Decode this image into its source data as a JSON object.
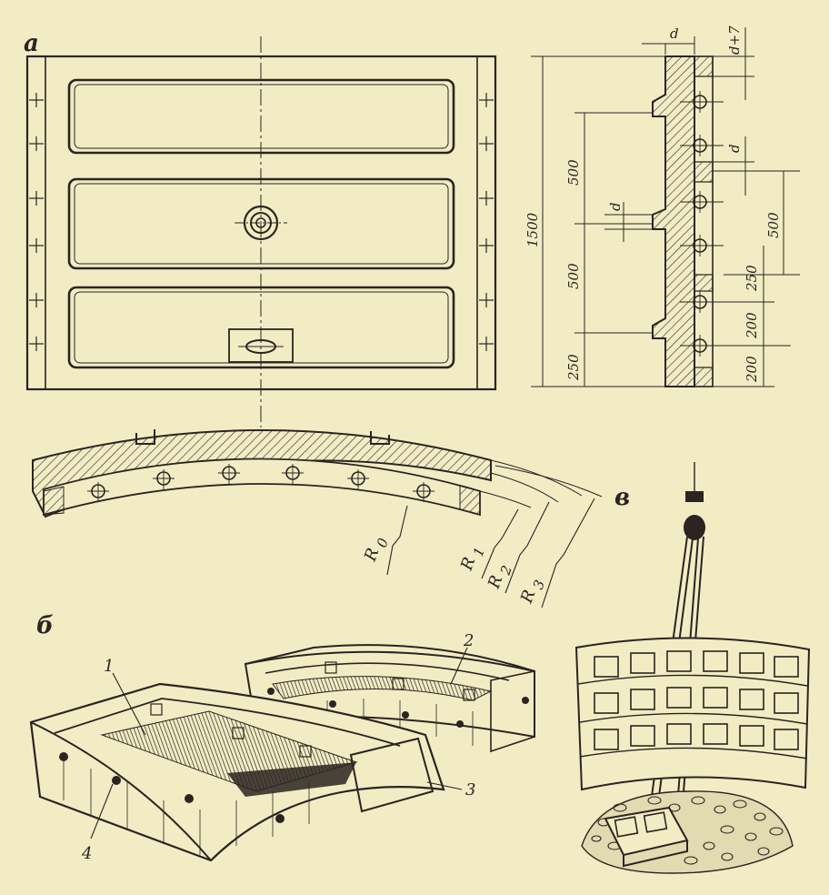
{
  "panels": {
    "a": "а",
    "b": "б",
    "v": "в"
  },
  "dimensions": {
    "total_height": "1500",
    "upper_span": "500",
    "middle_span": "500",
    "lower_span": "250",
    "right_span": "500",
    "right_250": "250",
    "right_200a": "200",
    "right_200b": "200",
    "d_top": "d",
    "d_plus7": "d+7",
    "d_mid": "d",
    "d_left": "d"
  },
  "radii": {
    "r0": "R",
    "r0_sub": "0",
    "r1": "R",
    "r1_sub": "1",
    "r2": "R",
    "r2_sub": "2",
    "r3": "R",
    "r3_sub": "3"
  },
  "callouts": {
    "c1": "1",
    "c2": "2",
    "c3": "3",
    "c4": "4"
  },
  "colors": {
    "paper": "#f1ecc4",
    "ink": "#2b2420"
  }
}
